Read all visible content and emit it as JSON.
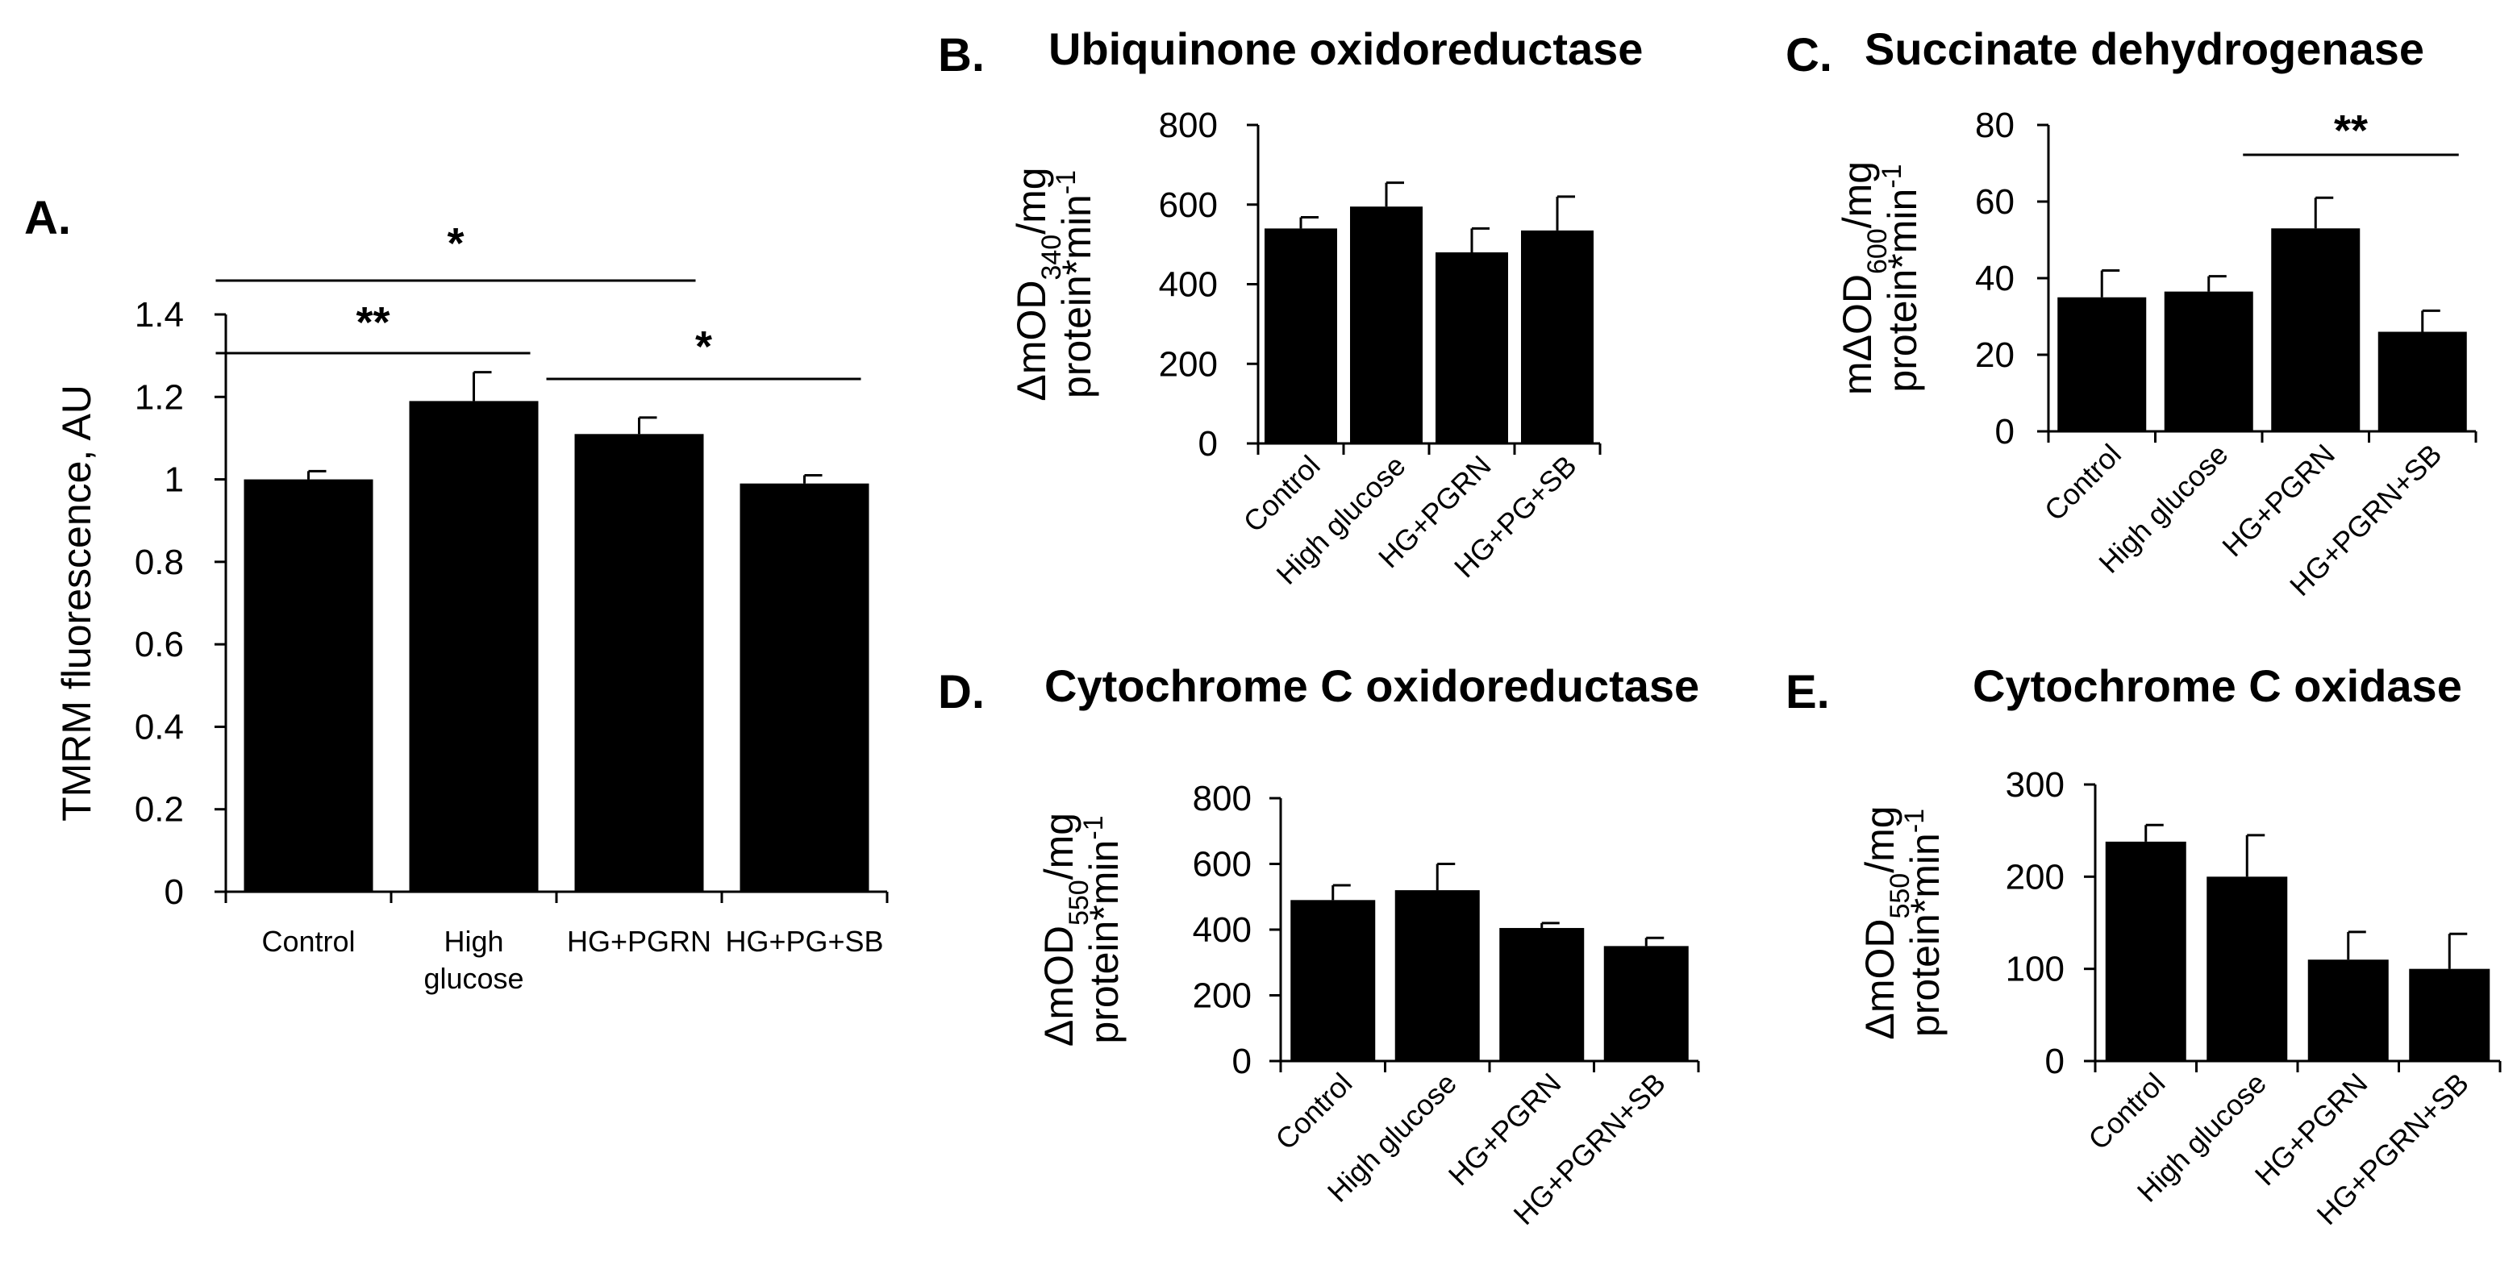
{
  "chart_data": [
    {
      "panel": "A.",
      "type": "bar",
      "title": "",
      "ylabel": "TMRM fluorescence, AU",
      "categories": [
        "Control",
        "High glucose",
        "HG+PGRN",
        "HG+PG+SB"
      ],
      "category_lines": [
        [
          "Control"
        ],
        [
          "High",
          "glucose"
        ],
        [
          "HG+PGRN"
        ],
        [
          "HG+PG+SB"
        ]
      ],
      "values": [
        1.0,
        1.19,
        1.11,
        0.99
      ],
      "errors": [
        0.02,
        0.07,
        0.04,
        0.02
      ],
      "ylim": [
        0,
        1.4
      ],
      "yticks": [
        0,
        0.2,
        0.4,
        0.6,
        0.8,
        1,
        1.2,
        1.4
      ],
      "ytick_labels": [
        "0",
        "0.2",
        "0.4",
        "0.6",
        "0.8",
        "1",
        "1.2",
        "1.4"
      ],
      "rotate_categories": false,
      "significance": [
        {
          "from": 0,
          "to": 2,
          "label": "*"
        },
        {
          "from": 0,
          "to": 1,
          "label": "**"
        },
        {
          "from": 2,
          "to": 3,
          "label": "*"
        }
      ]
    },
    {
      "panel": "B.",
      "type": "bar",
      "title": "Ubiquinone oxidoreductase",
      "ylabel_main": "ΔmOD",
      "ylabel_sub": "340",
      "ylabel_rest": "/mg",
      "ylabel2_main": "protein*min",
      "ylabel2_sup": "-1",
      "categories": [
        "Control",
        "High glucose",
        "HG+PGRN",
        "HG+PG+SB"
      ],
      "values": [
        540,
        595,
        480,
        535
      ],
      "errors": [
        28,
        60,
        60,
        85
      ],
      "ylim": [
        0,
        800
      ],
      "yticks": [
        0,
        200,
        400,
        600,
        800
      ],
      "ytick_labels": [
        "0",
        "200",
        "400",
        "600",
        "800"
      ],
      "rotate_categories": true,
      "significance": []
    },
    {
      "panel": "C.",
      "type": "bar",
      "title": "Succinate dehydrogenase",
      "ylabel_main": "mΔOD",
      "ylabel_sub": "600",
      "ylabel_rest": "/mg",
      "ylabel2_main": "protein*min",
      "ylabel2_sup": "-1",
      "categories": [
        "Control",
        "High glucose",
        "HG+PGRN",
        "HG+PGRN+SB"
      ],
      "values": [
        35,
        36.5,
        53,
        26
      ],
      "errors": [
        7,
        4,
        8,
        5.5
      ],
      "ylim": [
        0,
        80
      ],
      "yticks": [
        0,
        20,
        40,
        60,
        80
      ],
      "ytick_labels": [
        "0",
        "20",
        "40",
        "60",
        "80"
      ],
      "rotate_categories": true,
      "significance": [
        {
          "from": 2,
          "to": 3,
          "label": "**"
        }
      ]
    },
    {
      "panel": "D.",
      "type": "bar",
      "title": "Cytochrome C oxidoreductase",
      "ylabel_main": "ΔmOD",
      "ylabel_sub": "550",
      "ylabel_rest": "/mg",
      "ylabel2_main": "protein*min",
      "ylabel2_sup": "-1",
      "categories": [
        "Control",
        "High glucose",
        "HG+PGRN",
        "HG+PGRN+SB"
      ],
      "values": [
        490,
        520,
        405,
        350
      ],
      "errors": [
        45,
        80,
        15,
        25
      ],
      "ylim": [
        0,
        800
      ],
      "yticks": [
        0,
        200,
        400,
        600,
        800
      ],
      "ytick_labels": [
        "0",
        "200",
        "400",
        "600",
        "800"
      ],
      "rotate_categories": true,
      "significance": []
    },
    {
      "panel": "E.",
      "type": "bar",
      "title": "Cytochrome C oxidase",
      "ylabel_main": "ΔmOD",
      "ylabel_sub": "550",
      "ylabel_rest": "/mg",
      "ylabel2_main": "protein*min",
      "ylabel2_sup": "-1",
      "categories": [
        "Control",
        "High glucose",
        "HG+PGRN",
        "HG+PGRN+SB"
      ],
      "values": [
        238,
        200,
        110,
        100
      ],
      "errors": [
        18,
        45,
        30,
        38
      ],
      "ylim": [
        0,
        300
      ],
      "yticks": [
        0,
        100,
        200,
        300
      ],
      "ytick_labels": [
        "0",
        "100",
        "200",
        "300"
      ],
      "rotate_categories": true,
      "significance": []
    }
  ],
  "colors": {
    "bar": "#000000",
    "axis": "#000000",
    "background": "#ffffff"
  }
}
